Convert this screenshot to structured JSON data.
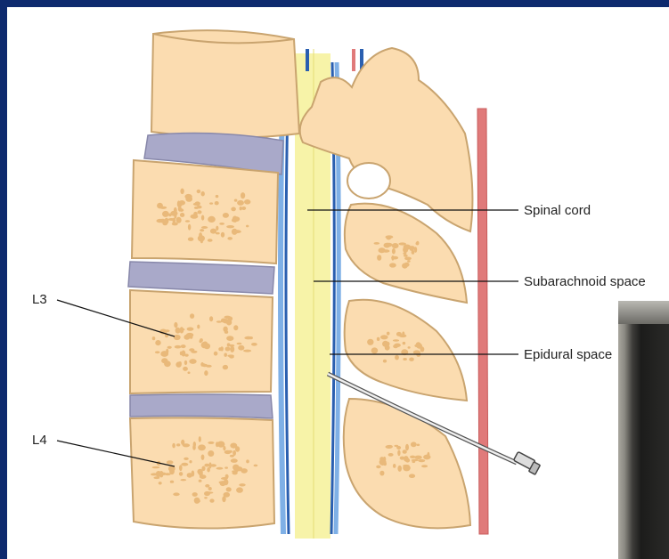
{
  "labels": {
    "spinal_cord": "Spinal cord",
    "subarachnoid": "Subarachnoid space",
    "epidural": "Epidural space",
    "l3": "L3",
    "l4": "L4"
  },
  "colors": {
    "frame": "#0e2a6e",
    "bone": "#fbdcb0",
    "bone_outline": "#c9a46f",
    "bone_spots": "#e9b97a",
    "disc": "#a9a9c9",
    "cord": "#f7f3a8",
    "dura_blue": "#2a5fb0",
    "ligament": "#e07a7a"
  }
}
